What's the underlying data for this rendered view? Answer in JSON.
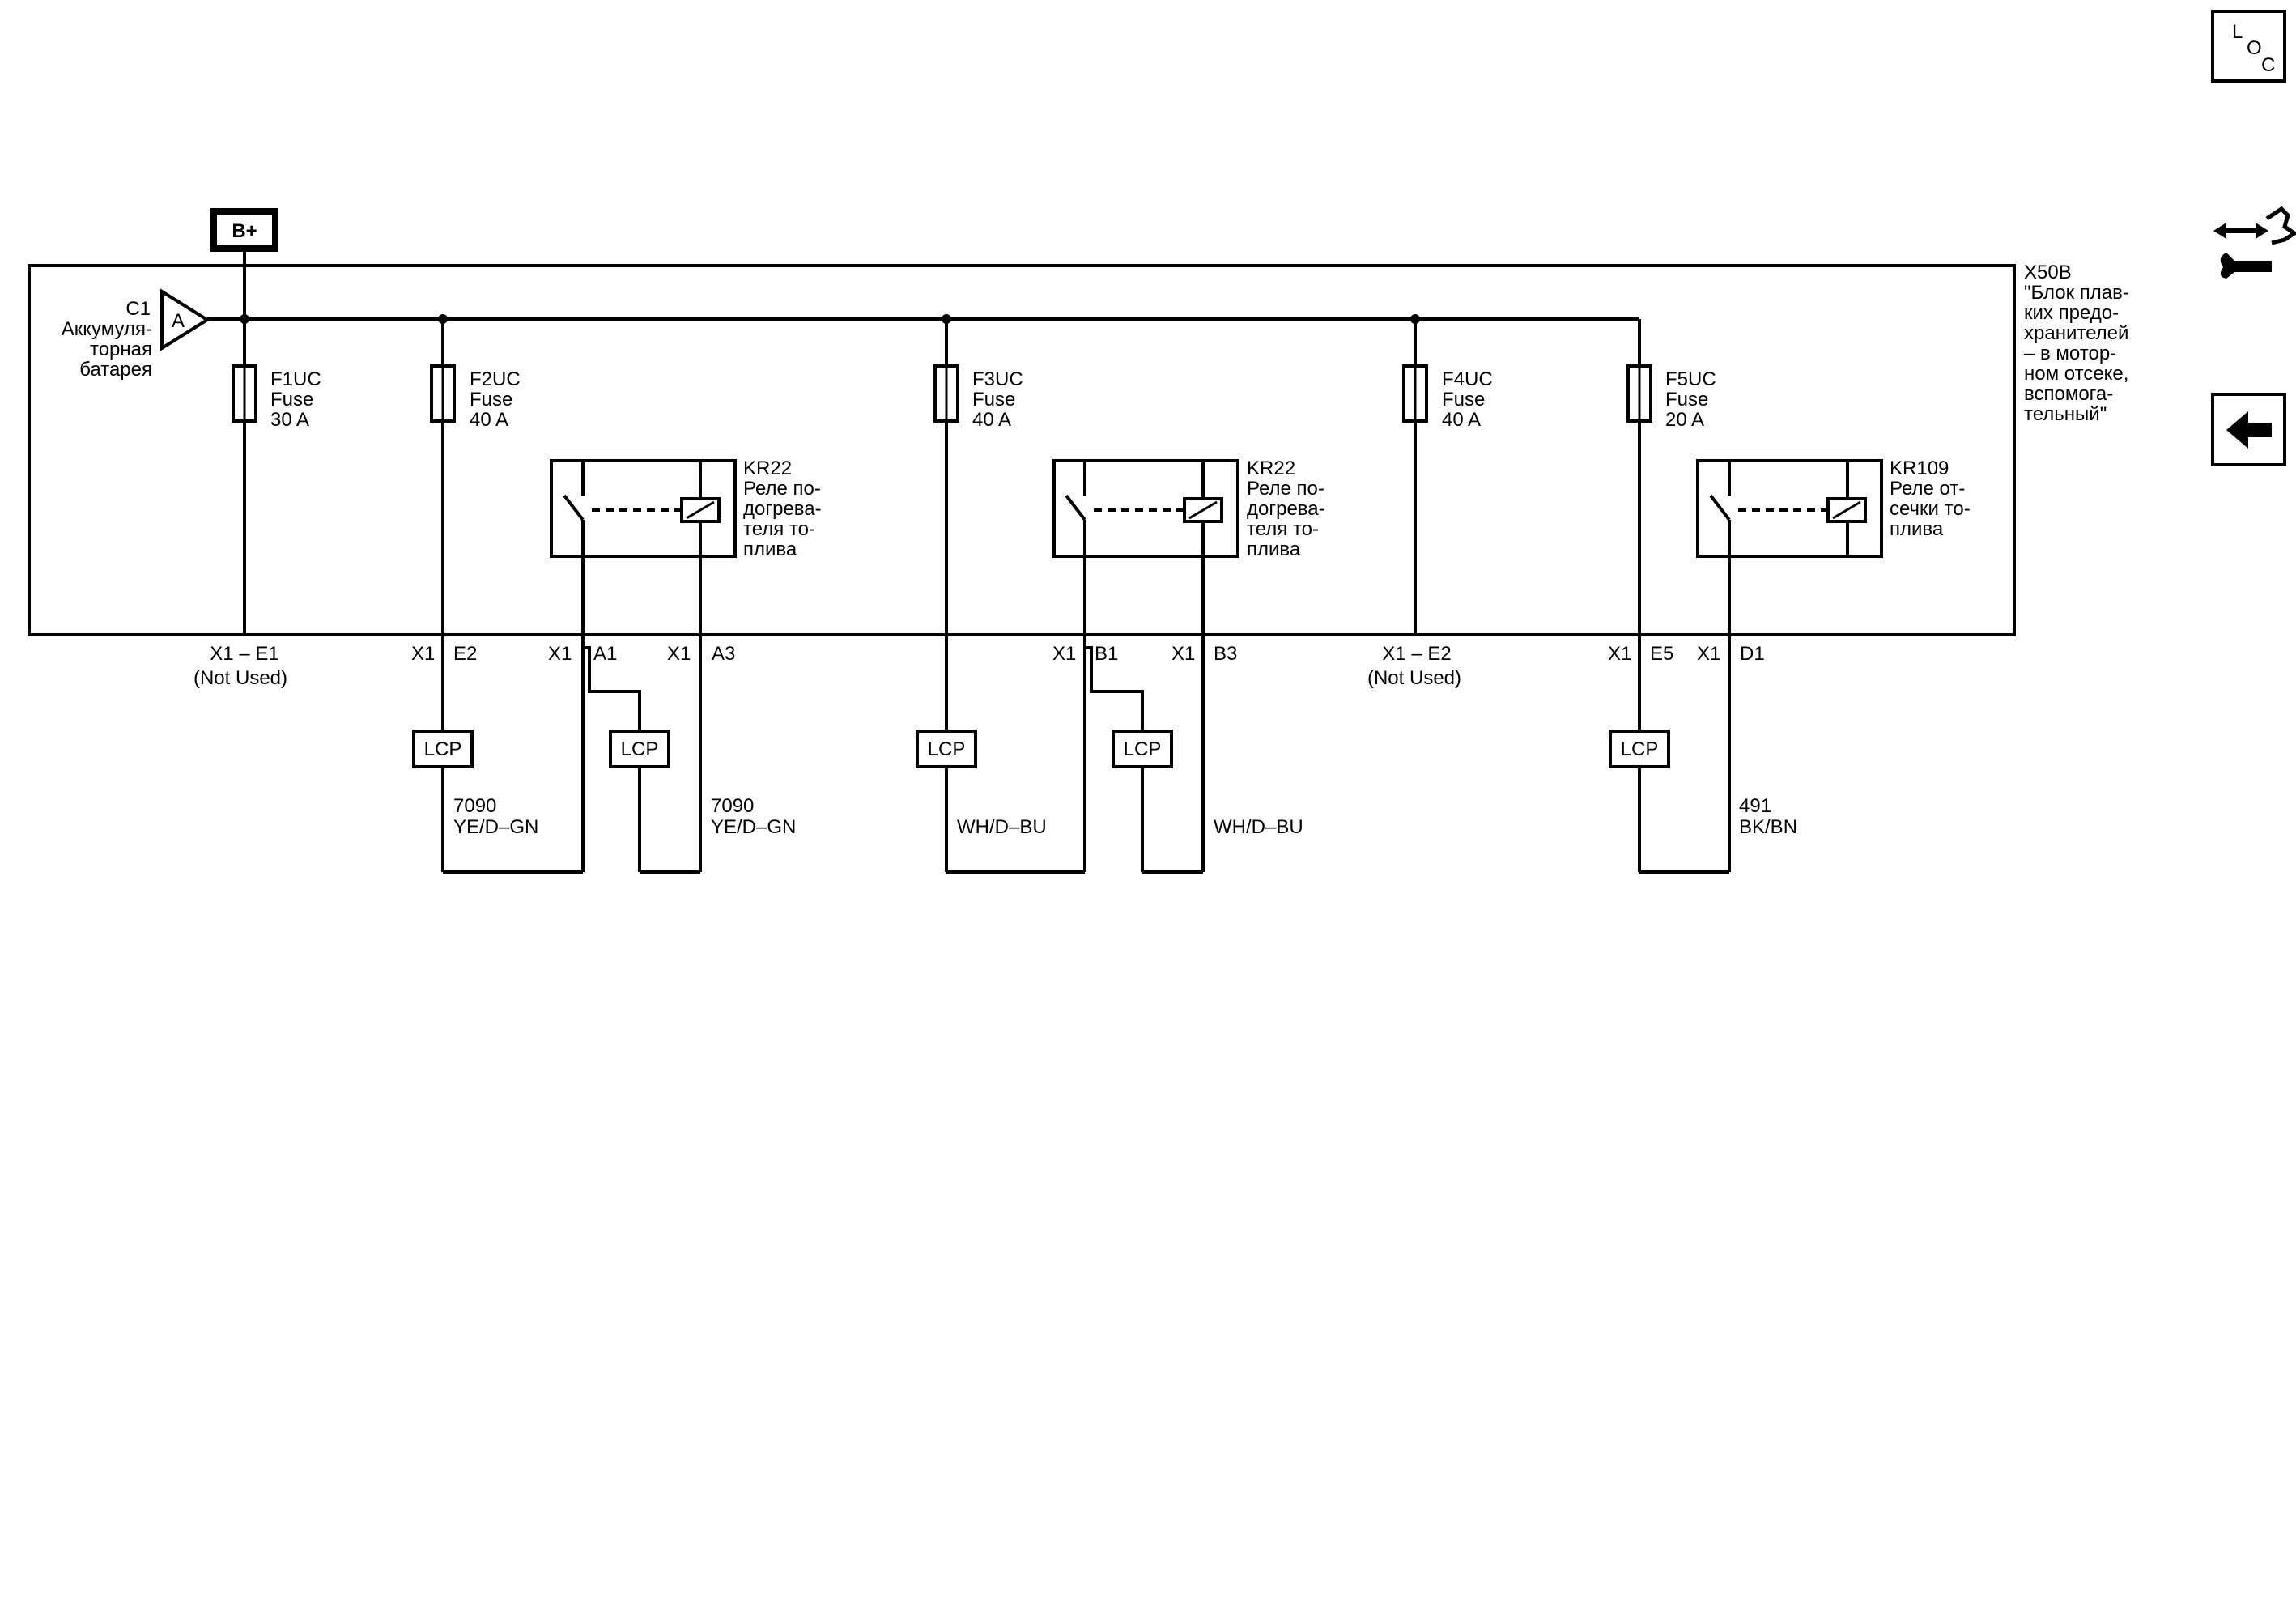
{
  "battery_pin": "B+",
  "battery": {
    "pin": "A",
    "lines": [
      "C1",
      "Аккумуля-",
      "торная",
      "батарея"
    ]
  },
  "module": {
    "lines": [
      "X50B",
      "\"Блок плав-",
      "ких предо-",
      "хранителей",
      "– в мотор-",
      "ном отсеке,",
      "вспомога-",
      "тельный\""
    ]
  },
  "fuses": [
    {
      "lines": [
        "F1UC",
        "Fuse",
        "30 A"
      ]
    },
    {
      "lines": [
        "F2UC",
        "Fuse",
        "40 A"
      ]
    },
    {
      "lines": [
        "F3UC",
        "Fuse",
        "40 A"
      ]
    },
    {
      "lines": [
        "F4UC",
        "Fuse",
        "40 A"
      ]
    },
    {
      "lines": [
        "F5UC",
        "Fuse",
        "20 A"
      ]
    }
  ],
  "relays": [
    {
      "lines": [
        "KR22",
        "Реле по-",
        "догрева-",
        "теля то-",
        "плива"
      ]
    },
    {
      "lines": [
        "KR22",
        "Реле по-",
        "догрева-",
        "теля то-",
        "плива"
      ]
    },
    {
      "lines": [
        "KR109",
        "Реле от-",
        "сечки то-",
        "плива"
      ]
    }
  ],
  "connectors": {
    "e1": "X1 – E1",
    "e1_note": "(Not Used)",
    "e2a": "X1",
    "e2b": "E2",
    "a1a": "X1",
    "a1b": "A1",
    "a3a": "X1",
    "a3b": "A3",
    "b1a": "X1",
    "b1b": "B1",
    "b3a": "X1",
    "b3b": "B3",
    "e2m": "X1 – E2",
    "e2m_note": "(Not Used)",
    "e5a": "X1",
    "e5b": "E5",
    "d1a": "X1",
    "d1b": "D1"
  },
  "lcp_label": "LCP",
  "wires": {
    "w1": [
      "7090",
      "YE/D–GN"
    ],
    "w2": [
      "7090",
      "YE/D–GN"
    ],
    "w3": [
      "WH/D–BU"
    ],
    "w4": [
      "WH/D–BU"
    ],
    "w5": [
      "491",
      "BK/BN"
    ]
  },
  "toolbar": {
    "loc_l": "L",
    "loc_o": "O",
    "loc_c": "C"
  },
  "icons": {
    "loc": "location-view-icon",
    "harness": "connector-service-icon",
    "back": "back-arrow-icon"
  }
}
